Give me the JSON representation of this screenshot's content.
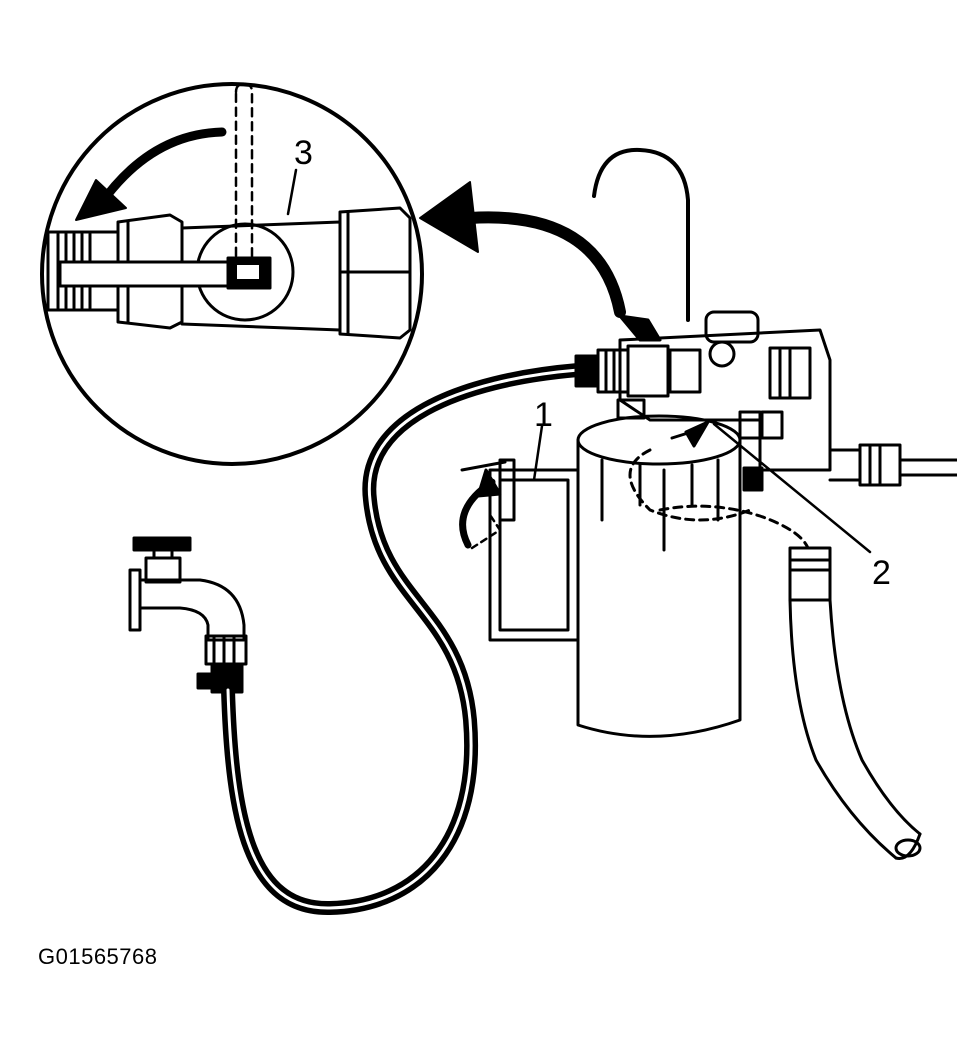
{
  "figure_id": "G01565768",
  "callouts": {
    "one": "1",
    "two": "2",
    "three": "3"
  },
  "colors": {
    "line": "#000000",
    "background": "#ffffff"
  }
}
